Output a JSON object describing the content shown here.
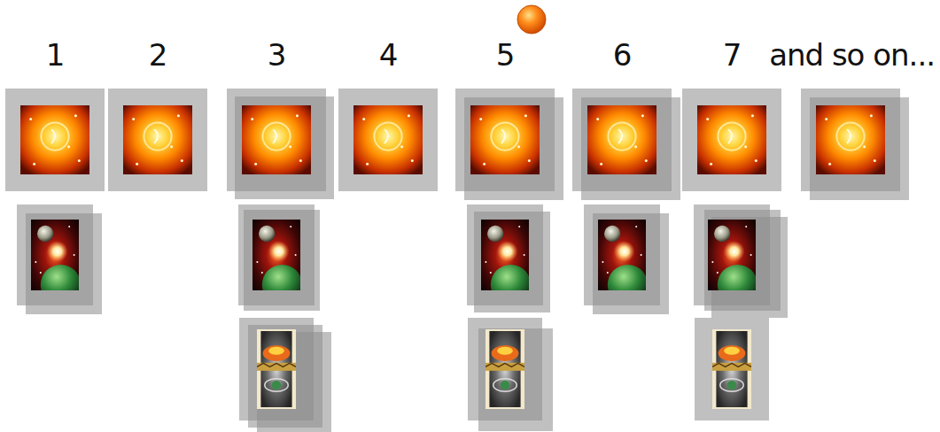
{
  "diagram": {
    "labels": [
      "1",
      "2",
      "3",
      "4",
      "5",
      "6",
      "7",
      "and so on..."
    ]
  }
}
